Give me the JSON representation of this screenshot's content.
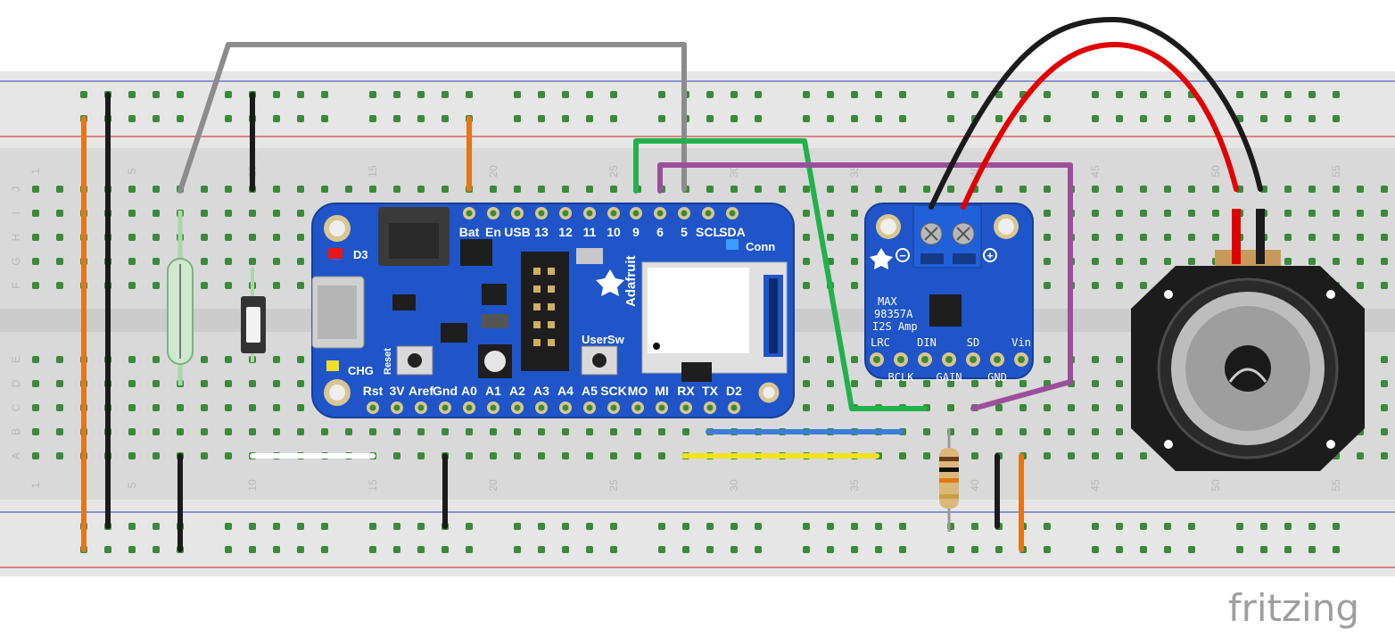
{
  "watermark": "fritzing",
  "breadboard": {
    "column_labels": [
      "1",
      "5",
      "10",
      "15",
      "20",
      "25",
      "30",
      "35",
      "40",
      "45",
      "50",
      "55"
    ],
    "row_labels_top": [
      "J",
      "I",
      "H",
      "G",
      "F"
    ],
    "row_labels_bottom": [
      "E",
      "D",
      "C",
      "B",
      "A"
    ]
  },
  "feather": {
    "top_pins": [
      "Bat",
      "En",
      "USB",
      "13",
      "12",
      "11",
      "10",
      "9",
      "6",
      "5",
      "SCL",
      "SDA"
    ],
    "bottom_pins": [
      "Rst",
      "3V",
      "Aref",
      "Gnd",
      "A0",
      "A1",
      "A2",
      "A3",
      "A4",
      "A5",
      "SCK",
      "MO",
      "MI",
      "RX",
      "TX",
      "D2"
    ],
    "labels": {
      "d3": "D3",
      "chg": "CHG",
      "reset": "Reset",
      "usersw": "UserSw",
      "conn": "Conn",
      "brand": "Adafruit"
    }
  },
  "amp": {
    "title_line1": "MAX",
    "title_line2": "98357A",
    "title_line3": "I2S Amp",
    "top_pins": [
      "LRC",
      "DIN",
      "SD",
      "Vin"
    ],
    "bottom_pins": [
      "BCLK",
      "GAIN",
      "GND"
    ],
    "minus": "−",
    "plus": "+"
  },
  "wire_colors": {
    "orange": "#e4761a",
    "black": "#1b1b1b",
    "gray": "#8c8c8c",
    "green": "#22b14c",
    "purple": "#9b4f9b",
    "blue": "#3b7dd8",
    "yellow": "#f1e31d",
    "white": "#ffffff",
    "red": "#e00000"
  },
  "board_color": "#1f55c9"
}
